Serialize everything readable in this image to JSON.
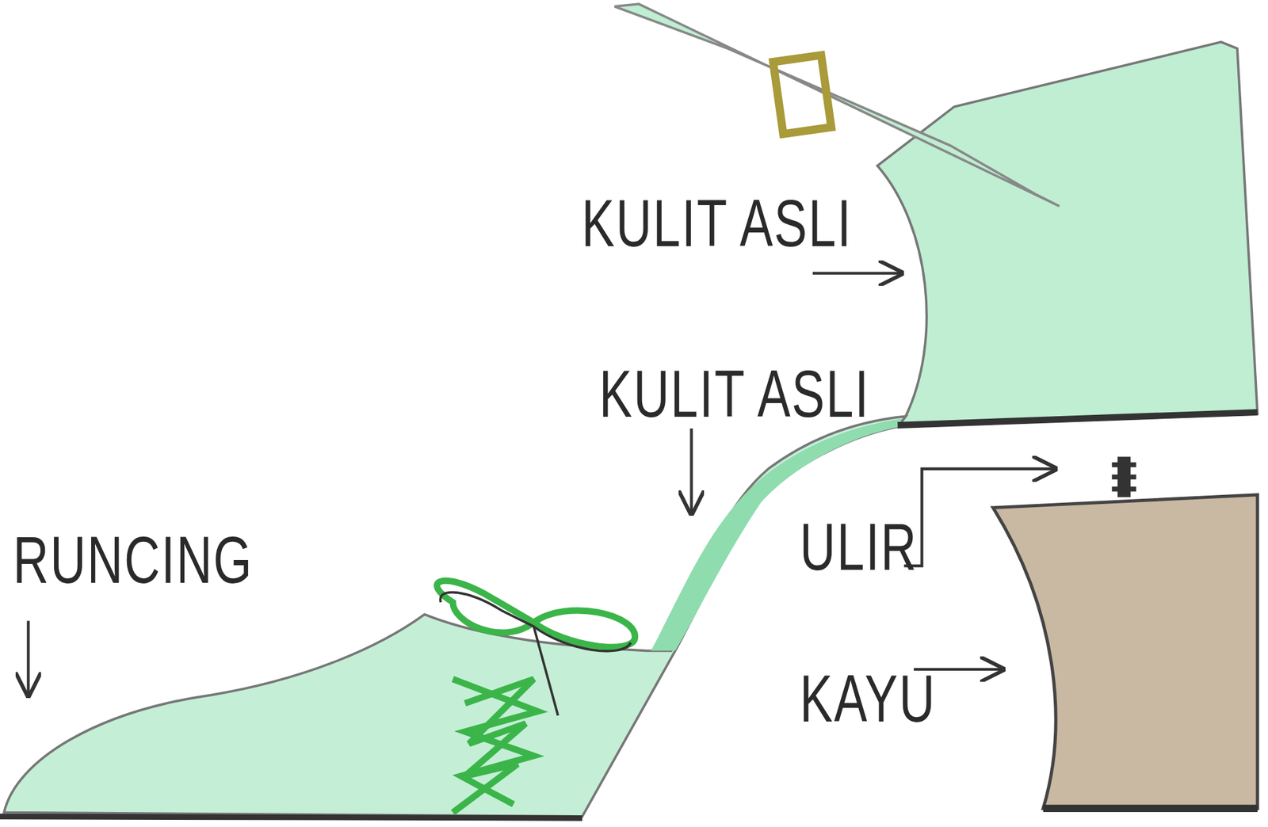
{
  "diagram": {
    "labels": [
      "KULIT ASLI",
      "KULIT ASLI",
      "RUNCING",
      "ULIR",
      "KAYU"
    ]
  }
}
